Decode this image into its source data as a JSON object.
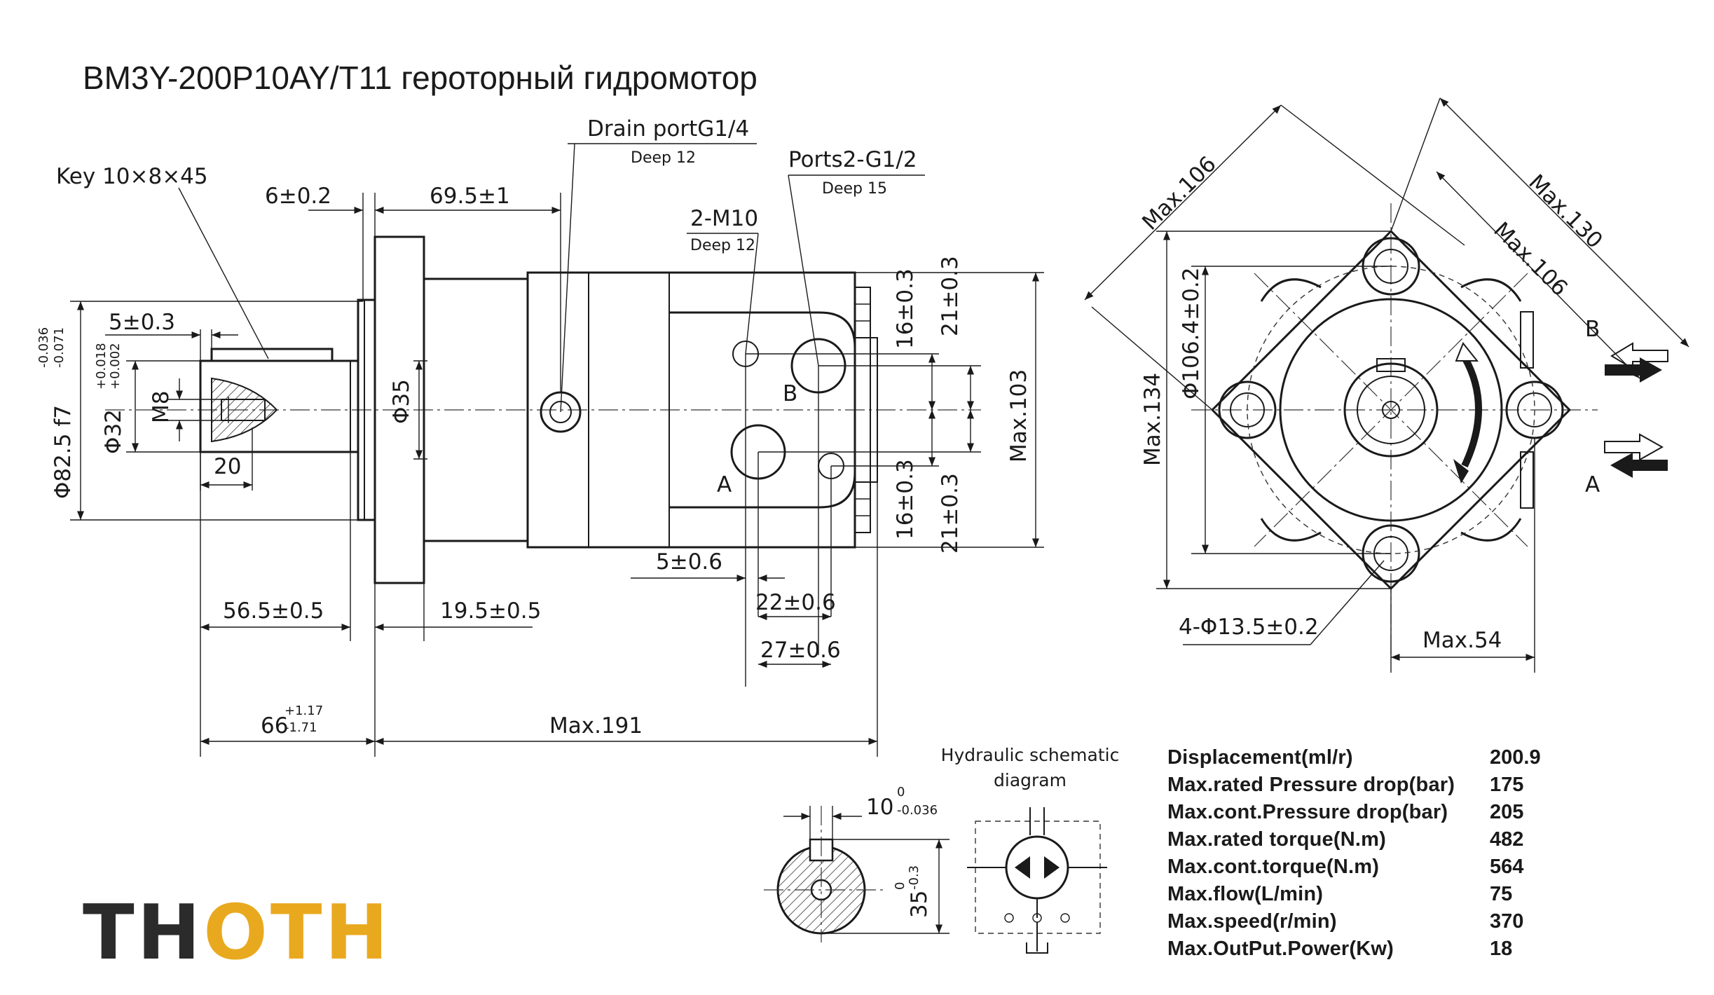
{
  "title": "BM3Y-200P10AY/T11 героторный гидромотор",
  "brand": {
    "name_part_1": "TH",
    "name_part_2": "O",
    "name_part_3": "TH",
    "color_dark": "#2b2b2b",
    "color_accent": "#e9a91f"
  },
  "side_view": {
    "key_label": "Key 10×8×45",
    "drain_port_label": "Drain portG1/4",
    "drain_port_depth": "Deep 12",
    "ports_label": "Ports2-G1/2",
    "ports_depth": "Deep 15",
    "m10_label": "2-M10",
    "m10_depth": "Deep 12",
    "dim_6": "6±0.2",
    "dim_69_5": "69.5±1",
    "dim_5": "5±0.3",
    "dim_20": "20",
    "dim_m8": "M8",
    "dim_d32": "Φ32",
    "dim_d32_tol_upper": "+0.018",
    "dim_d32_tol_lower": "+0.002",
    "dim_d82_5": "Φ82.5 f7",
    "dim_d82_5_tol_upper": "-0.036",
    "dim_d82_5_tol_lower": "-0.071",
    "dim_d35": "Φ35",
    "dim_16_top": "16±0.3",
    "dim_21_top": "21±0.3",
    "dim_16_bottom": "16±0.3",
    "dim_21_bottom": "21±0.3",
    "dim_max103": "Max.103",
    "dim_5_6": "5±0.6",
    "dim_22": "22±0.6",
    "dim_27": "27±0.6",
    "dim_56_5": "56.5±0.5",
    "dim_19_5": "19.5±0.5",
    "dim_66": "66",
    "dim_66_tol_upper": "+1.17",
    "dim_66_tol_lower": "-1.71",
    "dim_max191": "Max.191",
    "port_a": "A",
    "port_b": "B"
  },
  "end_view": {
    "dim_max106_a": "Max.106",
    "dim_max130": "Max.130",
    "dim_max106_b": "Max.106",
    "dim_d106_4": "Φ106.4±0.2",
    "dim_max134": "Max.134",
    "dim_holes": "4-Φ13.5±0.2",
    "dim_max54": "Max.54",
    "port_a": "A",
    "port_b": "B"
  },
  "shaft_section": {
    "dim_10": "10",
    "dim_10_tol_upper": "0",
    "dim_10_tol_lower": "-0.036",
    "dim_35": "35",
    "dim_35_tol_upper": "0",
    "dim_35_tol_lower": "-0.3"
  },
  "schematic": {
    "title_line1": "Hydraulic schematic",
    "title_line2": "diagram"
  },
  "specs": [
    {
      "name": "Displacement(ml/r)",
      "value": "200.9"
    },
    {
      "name": "Max.rated Pressure drop(bar)",
      "value": "175"
    },
    {
      "name": "Max.cont.Pressure drop(bar)",
      "value": "205"
    },
    {
      "name": "Max.rated torque(N.m)",
      "value": "482"
    },
    {
      "name": "Max.cont.torque(N.m)",
      "value": "564"
    },
    {
      "name": "Max.flow(L/min)",
      "value": "75"
    },
    {
      "name": "Max.speed(r/min)",
      "value": "370"
    },
    {
      "name": "Max.OutPut.Power(Kw)",
      "value": "18"
    }
  ]
}
